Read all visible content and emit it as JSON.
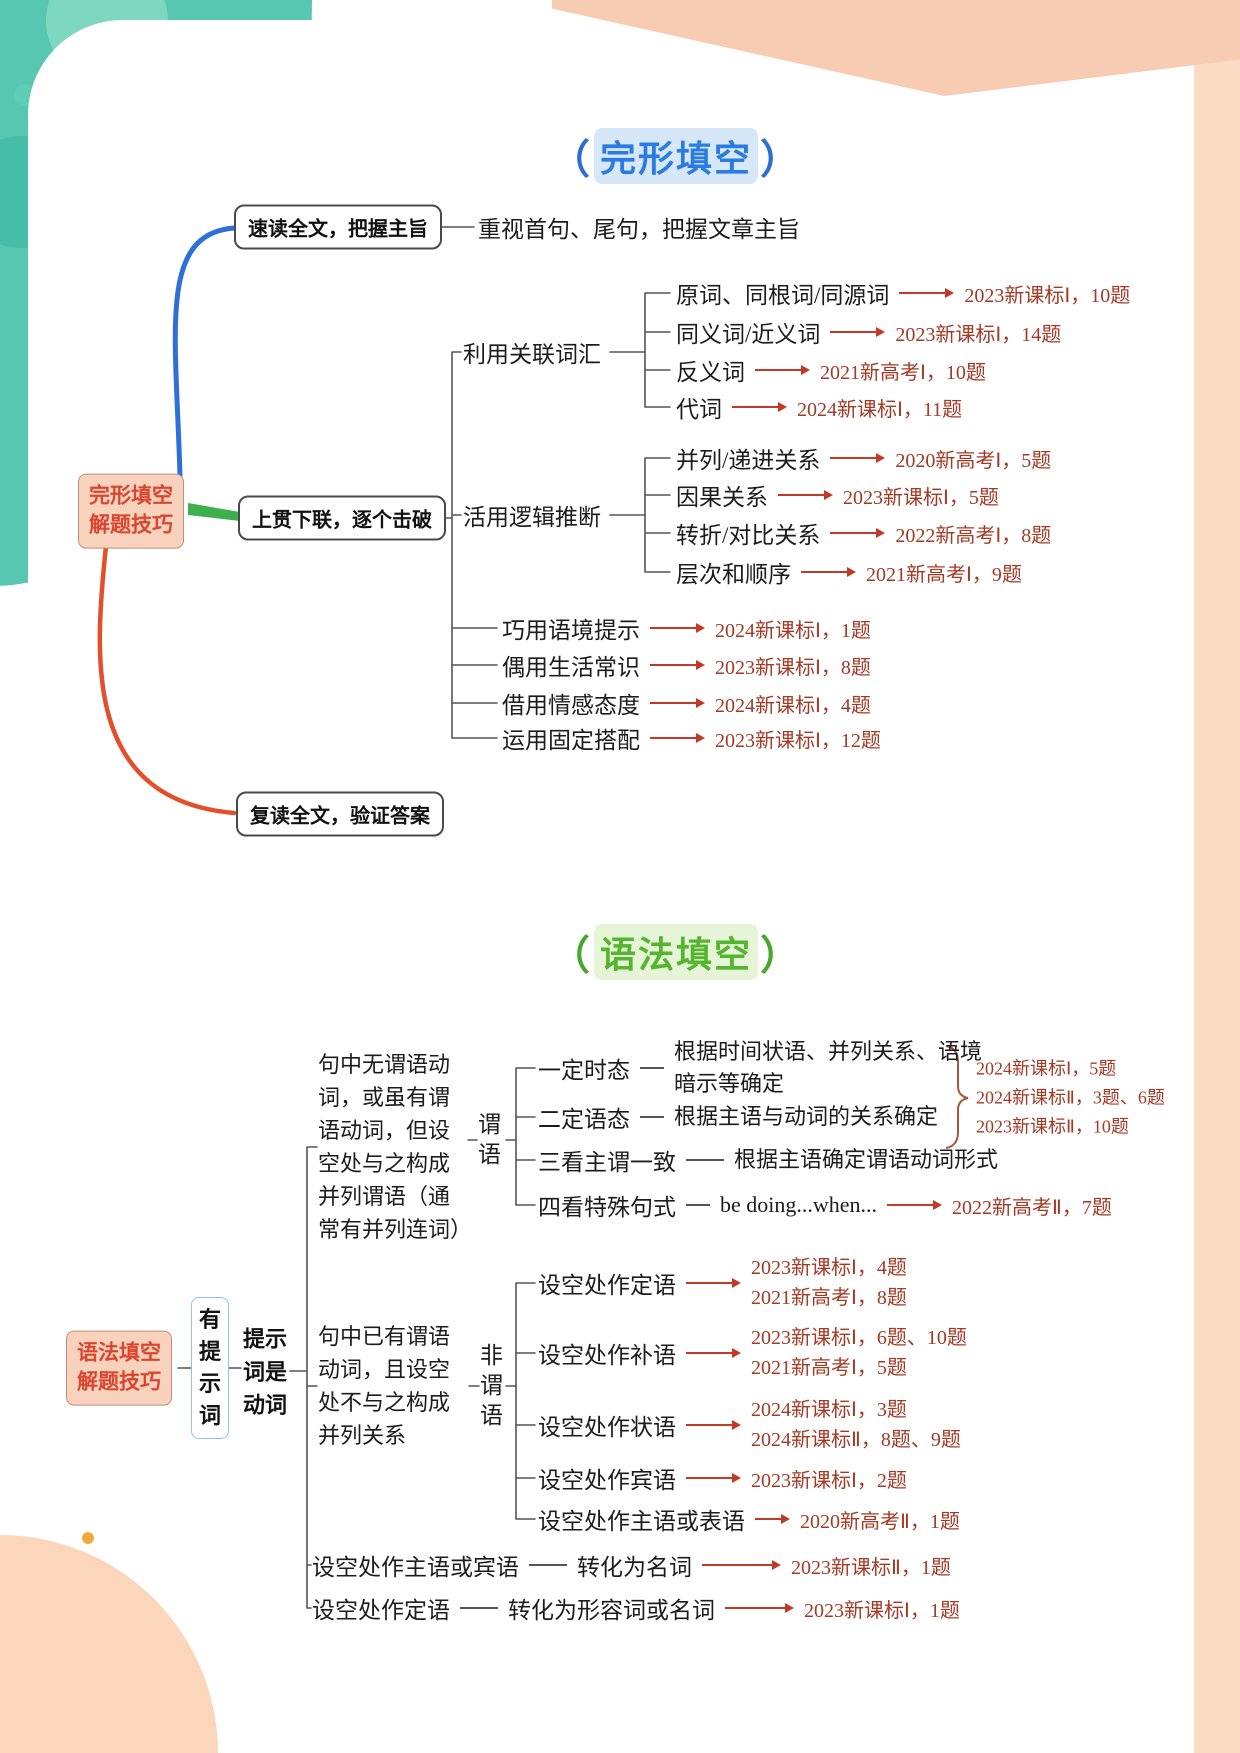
{
  "punct": {
    "open": "（",
    "close": "）"
  },
  "cloze": {
    "title": "完形填空",
    "root": "完形填空\n解题技巧",
    "step1": {
      "box": "速读全文，把握主旨",
      "note": "重视首句、尾句，把握文章主旨"
    },
    "step2": {
      "box": "上贯下联，逐个击破",
      "groups": [
        {
          "label": "利用关联词汇",
          "items": [
            {
              "label": "原词、同根词/同源词",
              "ref": "2023新课标Ⅰ，10题"
            },
            {
              "label": "同义词/近义词",
              "ref": "2023新课标Ⅰ，14题"
            },
            {
              "label": "反义词",
              "ref": "2021新高考Ⅰ，10题"
            },
            {
              "label": "代词",
              "ref": "2024新课标Ⅰ，11题"
            }
          ]
        },
        {
          "label": "活用逻辑推断",
          "items": [
            {
              "label": "并列/递进关系",
              "ref": "2020新高考Ⅰ，5题"
            },
            {
              "label": "因果关系",
              "ref": "2023新课标Ⅰ，5题"
            },
            {
              "label": "转折/对比关系",
              "ref": "2022新高考Ⅰ，8题"
            },
            {
              "label": "层次和顺序",
              "ref": "2021新高考Ⅰ，9题"
            }
          ]
        }
      ],
      "tips": [
        {
          "label": "巧用语境提示",
          "ref": "2024新课标Ⅰ，1题"
        },
        {
          "label": "偶用生活常识",
          "ref": "2023新课标Ⅰ，8题"
        },
        {
          "label": "借用情感态度",
          "ref": "2024新课标Ⅰ，4题"
        },
        {
          "label": "运用固定搭配",
          "ref": "2023新课标Ⅰ，12题"
        }
      ]
    },
    "step3": {
      "box": "复读全文，验证答案"
    }
  },
  "grammar": {
    "title": "语法填空",
    "root": "语法填空\n解题技巧",
    "has_hint": "有\n提\n示\n词",
    "hint_is_verb": "提示\n词是\n动词",
    "predicate": {
      "condition": "句中无谓语动\n词，或虽有谓\n语动词，但设\n空处与之构成\n并列谓语（通\n常有并列连词）",
      "label": "谓\n语",
      "rules": [
        {
          "label": "一定时态",
          "desc": "根据时间状语、并列关系、语境\n暗示等确定"
        },
        {
          "label": "二定语态",
          "desc": "根据主语与动词的关系确定"
        },
        {
          "label": "三看主谓一致",
          "desc": "根据主语确定谓语动词形式"
        }
      ],
      "rule_refs": [
        "2024新课标Ⅰ，5题",
        "2024新课标Ⅱ，3题、6题",
        "2023新课标Ⅱ，10题"
      ],
      "special": {
        "label": "四看特殊句式",
        "pattern": "be doing...when...",
        "ref": "2022新高考Ⅱ，7题"
      }
    },
    "non_predicate": {
      "condition": "句中已有谓语\n动词，且设空\n处不与之构成\n并列关系",
      "label": "非\n谓\n语",
      "items": [
        {
          "label": "设空处作定语",
          "refs": [
            "2023新课标Ⅰ，4题",
            "2021新高考Ⅰ，8题"
          ]
        },
        {
          "label": "设空处作补语",
          "refs": [
            "2023新课标Ⅰ，6题、10题",
            "2021新高考Ⅰ，5题"
          ]
        },
        {
          "label": "设空处作状语",
          "refs": [
            "2024新课标Ⅰ，3题",
            "2024新课标Ⅱ，8题、9题"
          ]
        },
        {
          "label": "设空处作宾语",
          "refs": [
            "2023新课标Ⅰ，2题"
          ]
        },
        {
          "label": "设空处作主语或表语",
          "refs": [
            "2020新高考Ⅱ，1题"
          ]
        }
      ]
    },
    "conversions": [
      {
        "label": "设空处作主语或宾语",
        "via": "转化为名词",
        "ref": "2023新课标Ⅱ，1题"
      },
      {
        "label": "设空处作定语",
        "via": "转化为形容词或名词",
        "ref": "2023新课标Ⅰ，1题"
      }
    ]
  }
}
